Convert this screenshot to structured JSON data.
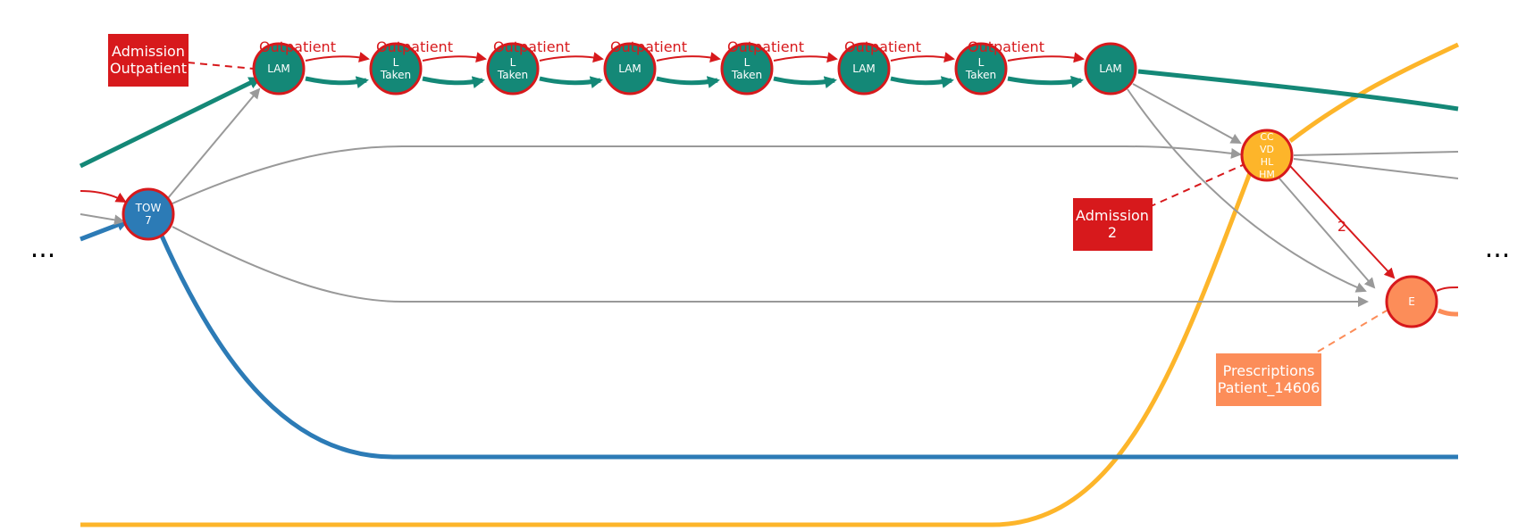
{
  "colors": {
    "teal": "#148877",
    "blue": "#2c7bb6",
    "yellow": "#fdb52a",
    "salmon": "#fc8d59",
    "red": "#d7191c",
    "gray": "#999999"
  },
  "ellipsis": {
    "left": "...",
    "right": "..."
  },
  "nodes": {
    "tow": [
      "TOW",
      "7"
    ],
    "lam_1": [
      "LAM"
    ],
    "ltaken_1": [
      "L",
      "Taken"
    ],
    "ltaken_2": [
      "L",
      "Taken"
    ],
    "lam_2": [
      "LAM"
    ],
    "ltaken_3": [
      "L",
      "Taken"
    ],
    "lam_3": [
      "LAM"
    ],
    "ltaken_4": [
      "L",
      "Taken"
    ],
    "lam_4": [
      "LAM"
    ],
    "comorbidity": [
      "CC",
      "VD",
      "HL",
      "HM",
      "..."
    ],
    "end": [
      "E"
    ]
  },
  "edge_labels": {
    "outpatient_1": "Outpatient",
    "outpatient_2": "Outpatient",
    "outpatient_3": "Outpatient",
    "outpatient_4": "Outpatient",
    "outpatient_5": "Outpatient",
    "outpatient_6": "Outpatient",
    "outpatient_7": "Outpatient",
    "count_to_end": "2"
  },
  "boxes": {
    "admission_outpatient": [
      "Admission",
      "Outpatient"
    ],
    "admission_2": [
      "Admission",
      "2"
    ],
    "prescriptions": [
      "Prescriptions",
      "Patient_14606"
    ]
  }
}
